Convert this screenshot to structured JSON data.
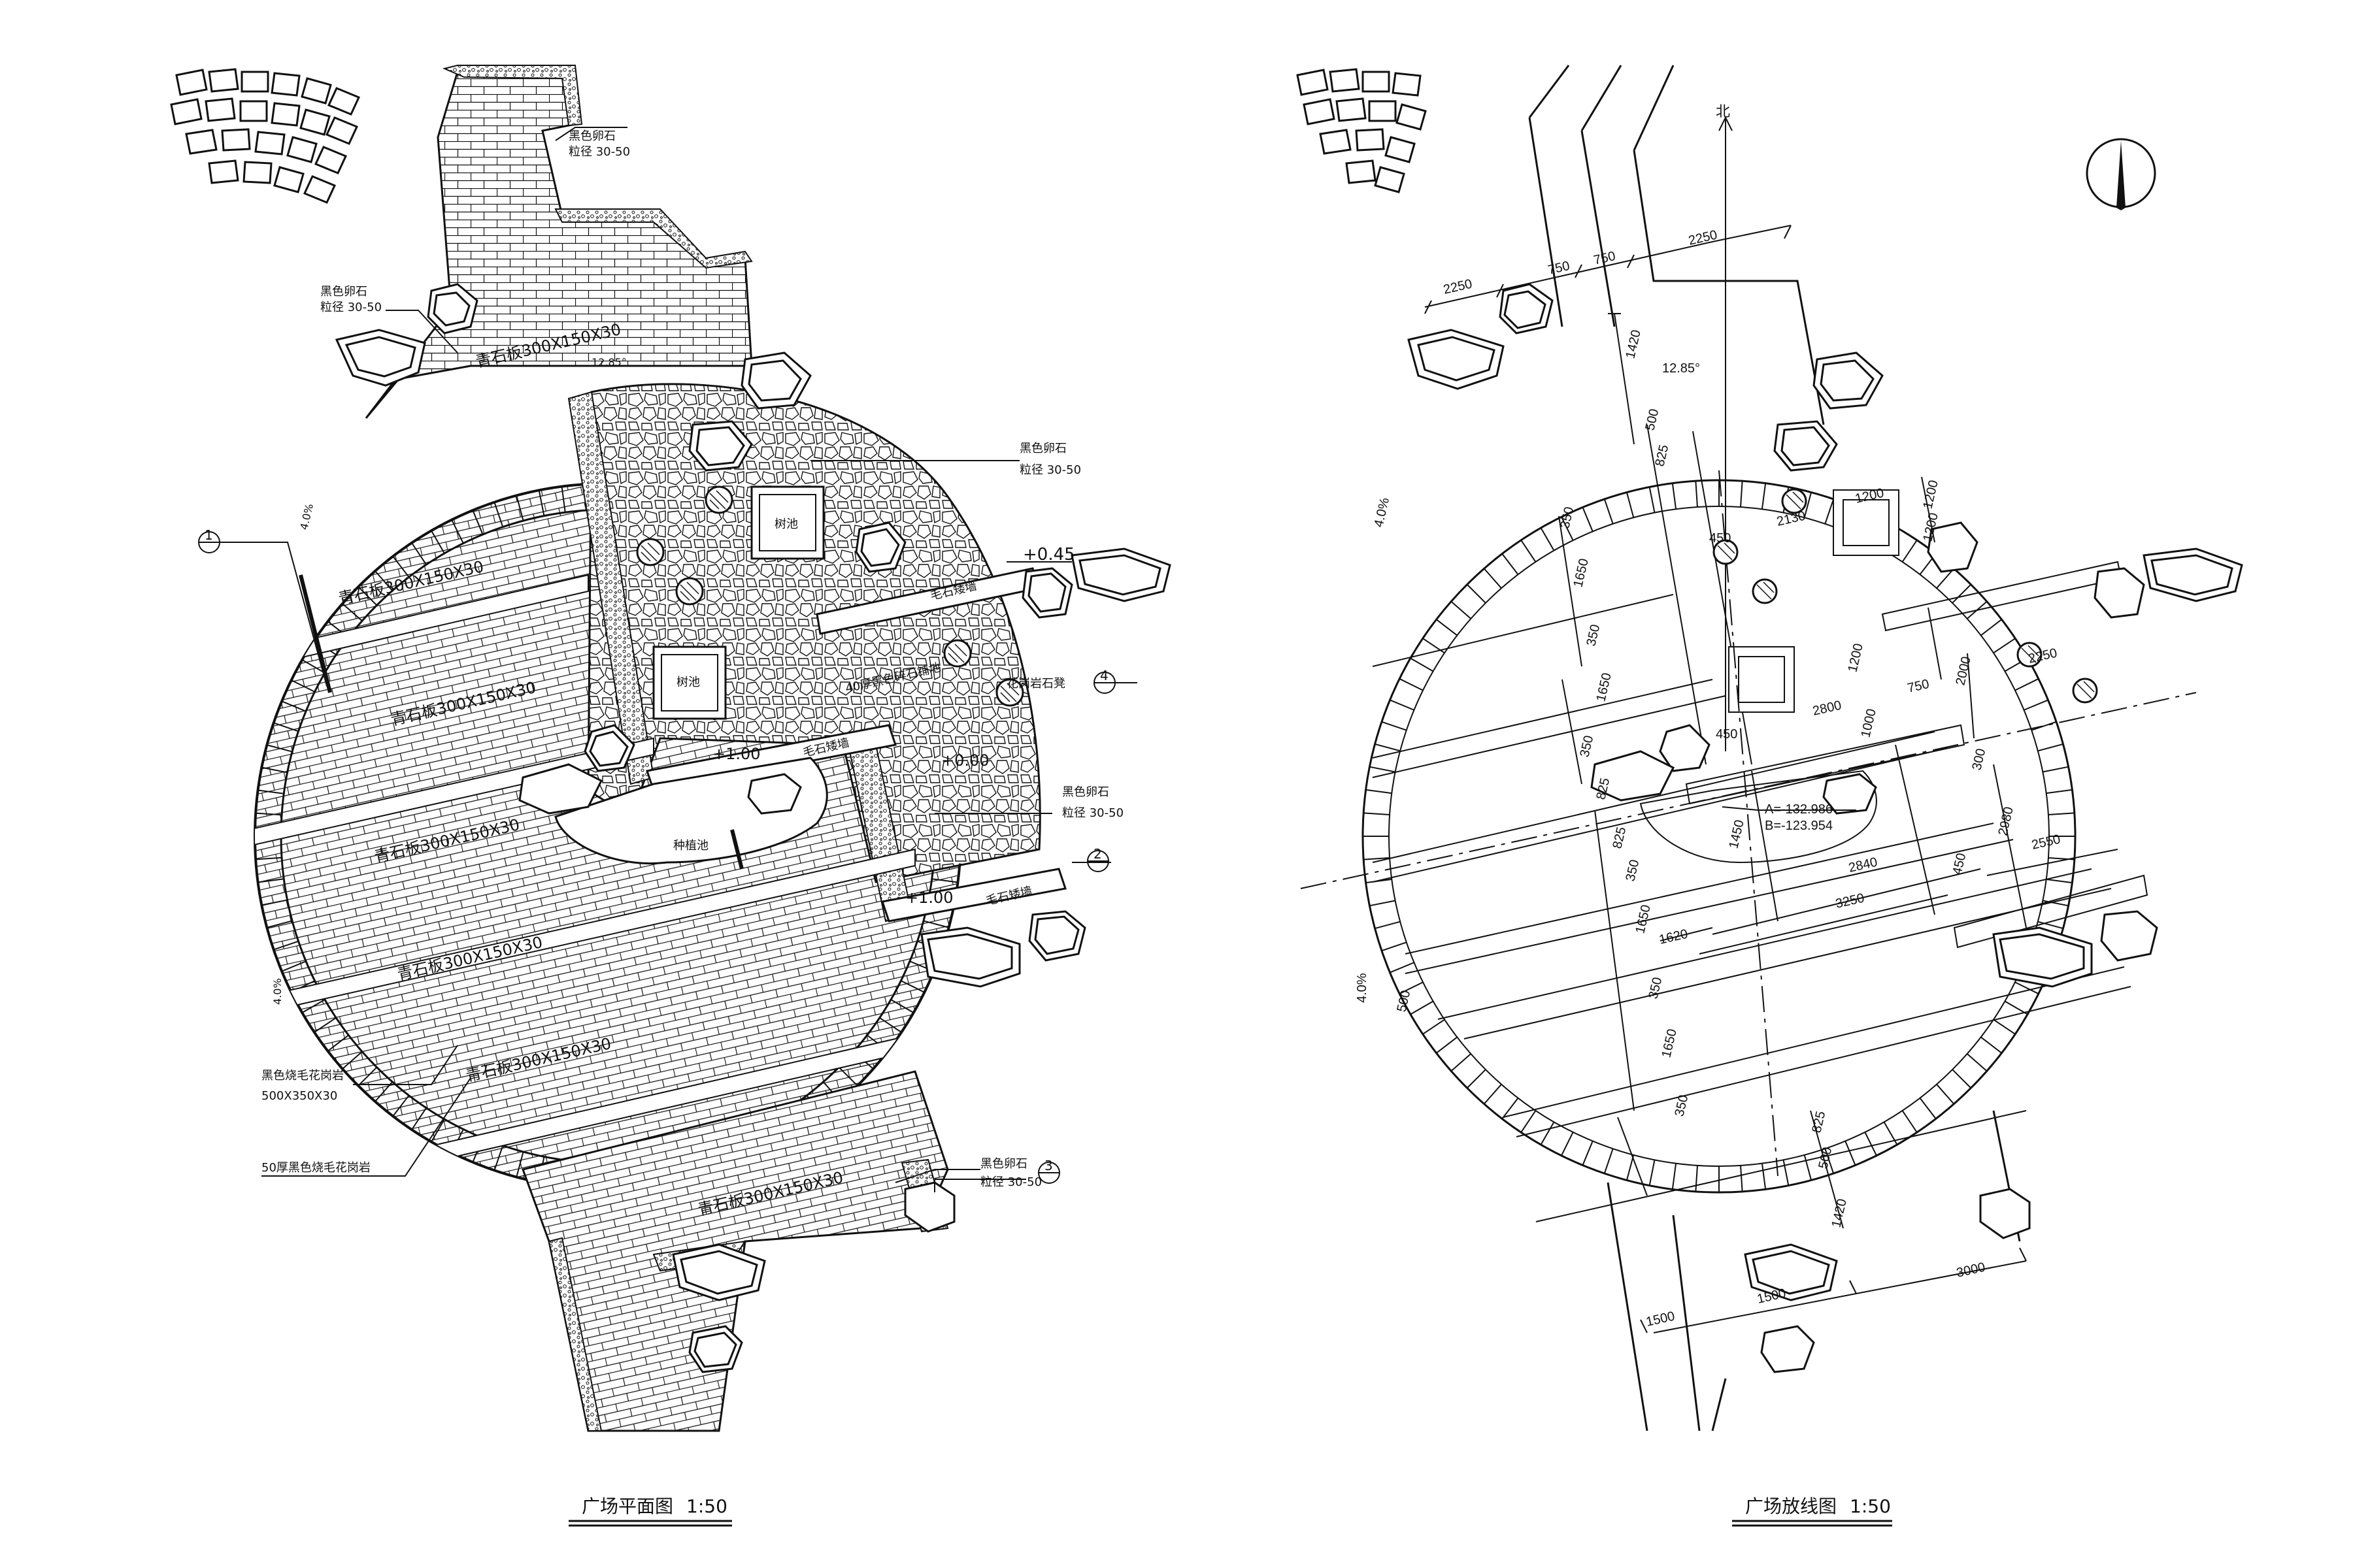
{
  "left_plan": {
    "title": "广场平面图",
    "scale": "1:50",
    "labels": {
      "black_stone_top": "黑色卵石",
      "black_stone_top_size": "粒径 30-50",
      "black_stone_left": "黑色卵石",
      "black_stone_left_size": "粒径 30-50",
      "black_stone_right": "黑色卵石",
      "black_stone_right_size": "粒径 30-50",
      "black_stone_mid": "黑色卵石",
      "black_stone_mid_size": "粒径 30-50",
      "black_stone_bottom": "黑色卵石",
      "black_stone_bottom_size": "粒径 30-50",
      "tree_pool_1": "树池",
      "tree_pool_2": "树池",
      "planter": "种植池",
      "rubble_wall_1": "毛石矮墙",
      "rubble_wall_2": "毛石矮墙",
      "rubble_wall_3": "毛石矮墙",
      "granite_stone": "花岗岩石凳",
      "paving_note": "40厚黑色碎石铺地",
      "rim_note": "黑色烧毛花岗岩",
      "rim_size": "500X350X30",
      "rim_note_2": "50厚黑色烧毛花岗岩",
      "elev_1": "+0.45",
      "elev_2": "+1.00",
      "elev_3": "+0.00",
      "elev_4": "+1.00",
      "slope_1": "4.0%",
      "slope_2": "4.0%",
      "angle": "12.85°",
      "brick_1": "青石板300X150X30",
      "brick_2": "青石板300X150X30",
      "brick_3": "青石板300X150X30",
      "brick_4": "青石板300X150X30",
      "brick_5": "青石板300X150X30",
      "brick_6": "青石板300X150X30",
      "brick_7": "青石板300X150X30",
      "sec_1": "1",
      "sec_2": "2",
      "sec_3": "3",
      "sec_4": "4"
    }
  },
  "right_plan": {
    "title": "广场放线图",
    "scale": "1:50",
    "north": "北",
    "coord_a": "A=-132.986",
    "coord_b": "B=-123.954",
    "angle": "12.85°",
    "slope_1": "4.0%",
    "slope_2": "4.0%",
    "dims": {
      "d2250a": "2250",
      "d750a": "750",
      "d750b": "750",
      "d2250b": "2250",
      "d1420a": "1420",
      "d500a": "500",
      "d825a": "825",
      "d450a": "450",
      "d2130": "2130",
      "d1200a": "1200",
      "d1200b": "1200",
      "d1200c": "1200",
      "d350a": "350",
      "d1650a": "1650",
      "d350b": "350",
      "d1650b": "1650",
      "d2000": "2000",
      "d750c": "750",
      "d2250c": "2250",
      "d2800": "2800",
      "d1000": "1000",
      "d450b": "450",
      "d300": "300",
      "d350c": "350",
      "d825b": "825",
      "d825c": "825",
      "d1450": "1450",
      "d2980": "2980",
      "d350d": "350",
      "d2840": "2840",
      "d450c": "450",
      "d2550": "2550",
      "d1620": "1620",
      "d3250": "3250",
      "d1650c": "1650",
      "d500b": "500",
      "d350e": "350",
      "d1650d": "1650",
      "d350f": "350",
      "d825d": "825",
      "d500c": "500",
      "d1420b": "1420",
      "d3000": "3000",
      "d1500a": "1500",
      "d1500b": "1500",
      "d1200d": "1200"
    }
  },
  "colors": {
    "ink": "#111111",
    "paper": "#ffffff"
  }
}
